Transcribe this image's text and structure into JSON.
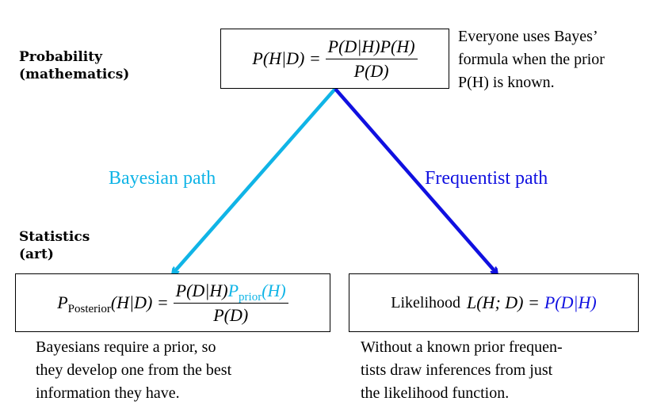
{
  "labels": {
    "probability_line1": "Probability",
    "probability_line2": "(mathematics)",
    "statistics_line1": "Statistics",
    "statistics_line2": "(art)"
  },
  "top_box": {
    "lhs": "P(H|D) =",
    "numerator": "P(D|H)P(H)",
    "denominator": "P(D)"
  },
  "top_note": {
    "line1": "Everyone uses Bayes’",
    "line2": "formula when the prior",
    "line3": "P(H) is known."
  },
  "paths": {
    "bayesian": "Bayesian path",
    "frequentist": "Frequentist path"
  },
  "left_box": {
    "p": "P",
    "posterior_sub": "Posterior",
    "lhs_rest": "(H|D) =",
    "numerator_main": "P(D|H)",
    "numerator_p": "P",
    "prior_sub": "prior",
    "numerator_prior_arg": "(H)",
    "denominator": "P(D)"
  },
  "right_box": {
    "text": "Likelihood",
    "formula": "L(H; D) =",
    "formula_blue": "P(D|H)"
  },
  "left_note": {
    "line1": "Bayesians require a prior, so",
    "line2": "they develop one from the best",
    "line3": "information they have."
  },
  "right_note": {
    "line1": "Without a known prior frequen-",
    "line2": "tists draw inferences from just",
    "line3": "the likelihood function."
  },
  "colors": {
    "bayesian": "#10b4e6",
    "frequentist": "#1010e0",
    "ink": "#000000"
  }
}
